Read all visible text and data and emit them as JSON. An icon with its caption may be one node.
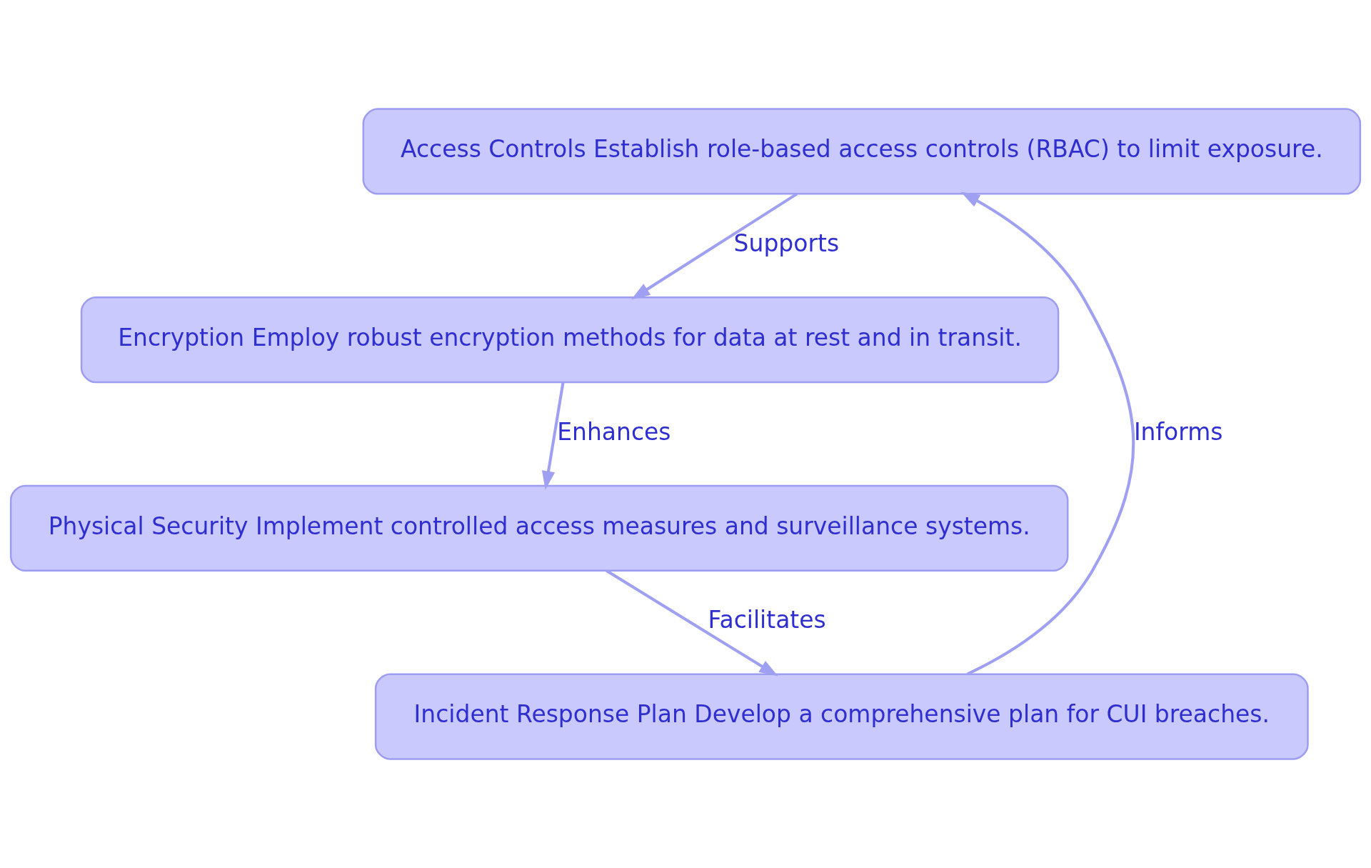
{
  "diagram": {
    "nodes": [
      {
        "text": [
          "Access Controls Establish role-based access controls (RBAC) to limit exposure."
        ]
      },
      {
        "text": [
          "Encryption Employ robust encryption methods for data at rest and in transit."
        ]
      },
      {
        "text": [
          "Physical Security Implement controlled access measures and surveillance systems."
        ]
      },
      {
        "text": [
          "Incident Response Plan Develop a comprehensive plan for CUI breaches."
        ]
      }
    ],
    "edges": [
      {
        "from": 0,
        "to": 1,
        "arrow": "to",
        "label": "Supports"
      },
      {
        "from": 1,
        "to": 2,
        "arrow": "to",
        "label": "Enhances"
      },
      {
        "from": 2,
        "to": 3,
        "arrow": "to",
        "label": "Facilitates"
      },
      {
        "from": 3,
        "to": 0,
        "arrow": "to",
        "label": "Informs"
      }
    ]
  }
}
